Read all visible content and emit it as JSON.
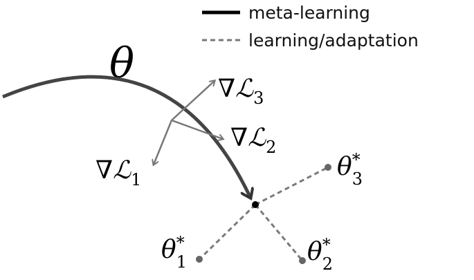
{
  "legend": {
    "meta_learning_label": "meta-learning",
    "adaptation_label": "learning/adaptation"
  },
  "labels": {
    "theta": "θ",
    "grad_symbol": "∇",
    "loss_symbol": "ℒ",
    "grad_1_sub": "1",
    "grad_2_sub": "2",
    "grad_3_sub": "3",
    "theta_star_base": "θ",
    "star": "*",
    "theta_1_sub": "1",
    "theta_2_sub": "2",
    "theta_3_sub": "3"
  },
  "colors": {
    "meta_path": "#444444",
    "adaptation_path": "#7a7a7a",
    "gradient_arrow": "#777777",
    "center_point": "#000000",
    "task_point": "#666666",
    "text": "#000000"
  }
}
